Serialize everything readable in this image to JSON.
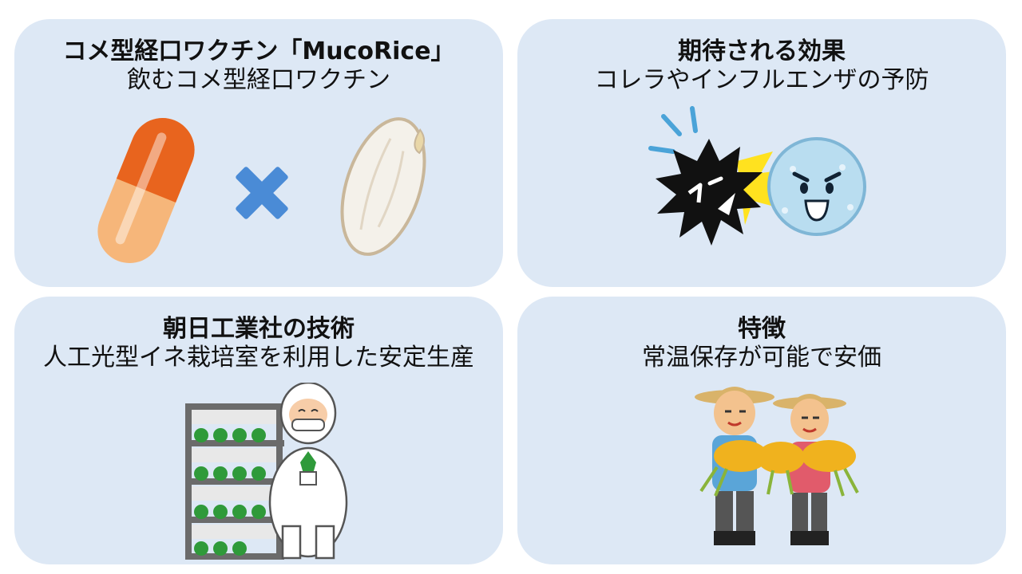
{
  "panels": [
    {
      "title": "コメ型経口ワクチン「MucoRice」",
      "subtitle": "飲むコメ型経口ワクチン"
    },
    {
      "title": "期待される効果",
      "subtitle": "コレラやインフルエンザの予防"
    },
    {
      "title": "朝日工業社の技術",
      "subtitle": "人工光型イネ栽培室を利用した安定生産"
    },
    {
      "title": "特徴",
      "subtitle": "常温保存が可能で安価"
    }
  ],
  "icons": {
    "panel1": [
      "capsule-icon",
      "cross-icon",
      "rice-grain-icon"
    ],
    "panel2": [
      "virus-clash-icon"
    ],
    "panel3": [
      "plant-factory-icon"
    ],
    "panel4": [
      "farmers-icon"
    ]
  },
  "colors": {
    "panel_bg": "#dde8f5",
    "capsule_top": "#e8641e",
    "capsule_bottom": "#f6b67a",
    "cross": "#4a8bd6",
    "virus_good": "#b9ddf0"
  }
}
